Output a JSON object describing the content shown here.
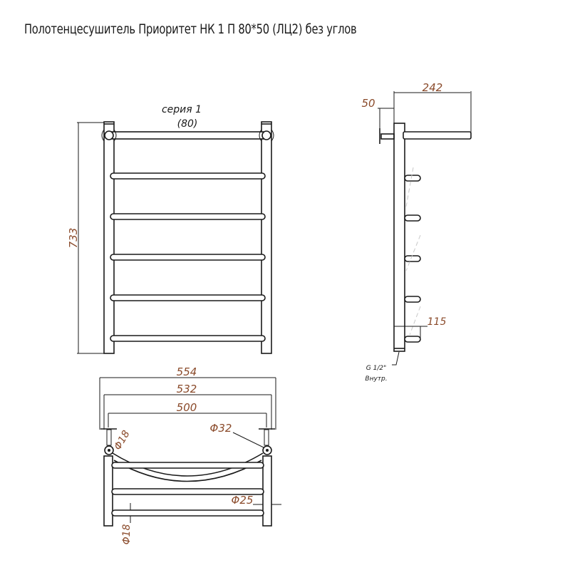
{
  "title": "Полотенцесушитель Приоритет НК 1 П 80*50 (ЛЦ2)  без углов",
  "front_view": {
    "series_label": "серия 1",
    "series_code": "(80)",
    "height_dim": "733",
    "rungs": 6
  },
  "side_view": {
    "mount_offset_dim": "50",
    "depth_dim": "242",
    "lower_offset_dim": "115",
    "thread_label": "G 1/2\"",
    "thread_note": "Внутр."
  },
  "top_view": {
    "overall_width_dim": "554",
    "axis_width_dim": "532",
    "inner_width_dim": "500",
    "mount_diameter_dim": "Φ32",
    "riser_diameter_dim": "Φ25",
    "rung_diameter_dim": "Φ18",
    "bracket_diameter_dim": "Φ18"
  },
  "colors": {
    "line": "#1a1a1a",
    "dimension_text": "#8a4a2a",
    "background": "#ffffff"
  }
}
